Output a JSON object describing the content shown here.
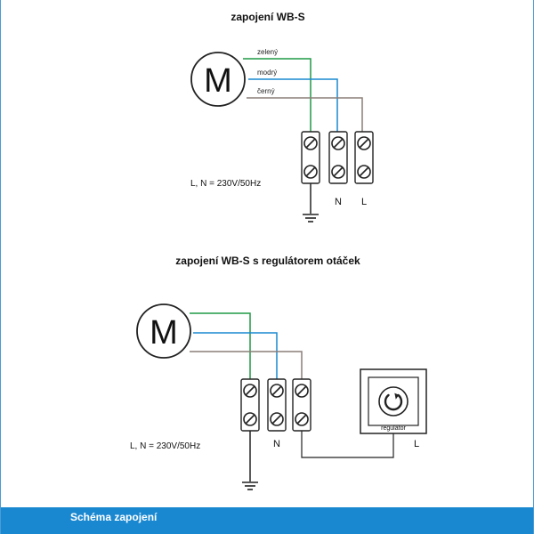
{
  "diagram1": {
    "title": "zapojení WB-S",
    "motor_symbol": "M",
    "wire_labels": [
      "zelený",
      "modrý",
      "černý"
    ],
    "supply_label": "L, N = 230V/50Hz",
    "terminal_labels": [
      "N",
      "L"
    ]
  },
  "diagram2": {
    "title": "zapojení WB-S s regulátorem otáček",
    "motor_symbol": "M",
    "supply_label": "L, N = 230V/50Hz",
    "terminal_labels": [
      "N",
      "L"
    ],
    "regulator_label": "regulátor"
  },
  "colors": {
    "green_wire": "#1f9a45",
    "blue_wire": "#1a88d0",
    "brown_wire": "#8a7f78",
    "footer_bg": "#1a88d0"
  },
  "footer": {
    "label": "Schéma zapojení"
  }
}
